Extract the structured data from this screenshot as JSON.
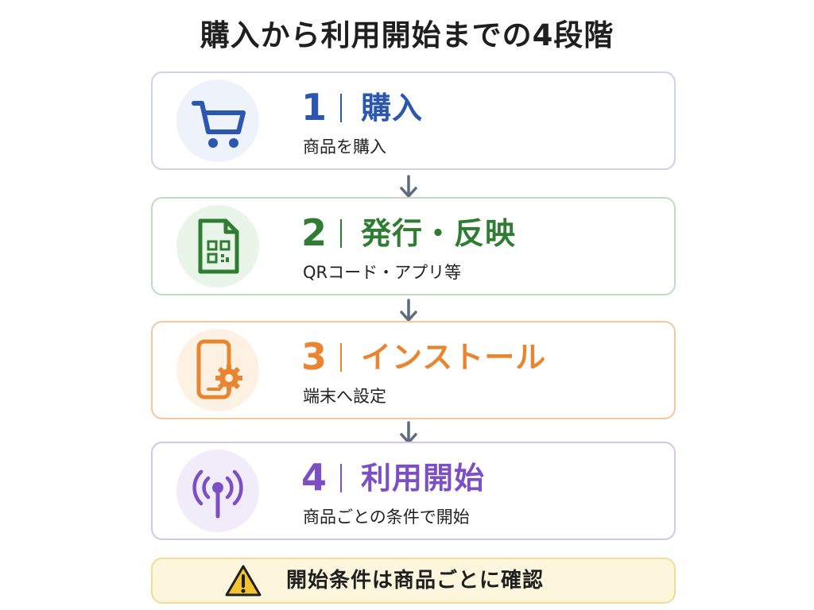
{
  "title": "購入から利用開始までの4段階",
  "steps": [
    {
      "number": "1",
      "label": "購入",
      "description": "商品を購入",
      "icon": "cart-icon",
      "color": "#2b57b0",
      "tint": "#eef2fb",
      "border": "#c9d3ea"
    },
    {
      "number": "2",
      "label": "発行・反映",
      "description": "QRコード・アプリ等",
      "icon": "qr-document-icon",
      "color": "#2e7d32",
      "tint": "#eaf5ea",
      "border": "#bfdcc0"
    },
    {
      "number": "3",
      "label": "インストール",
      "description": "端末へ設定",
      "icon": "phone-settings-icon",
      "color": "#e8852e",
      "tint": "#fdf1e4",
      "border": "#f3c999"
    },
    {
      "number": "4",
      "label": "利用開始",
      "description": "商品ごとの条件で開始",
      "icon": "antenna-signal-icon",
      "color": "#7d4fc4",
      "tint": "#f1ecf9",
      "border": "#d3c6ea"
    }
  ],
  "notice": {
    "text": "開始条件は商品ごとに確認",
    "icon": "warning-icon",
    "color": "#f2c230"
  }
}
